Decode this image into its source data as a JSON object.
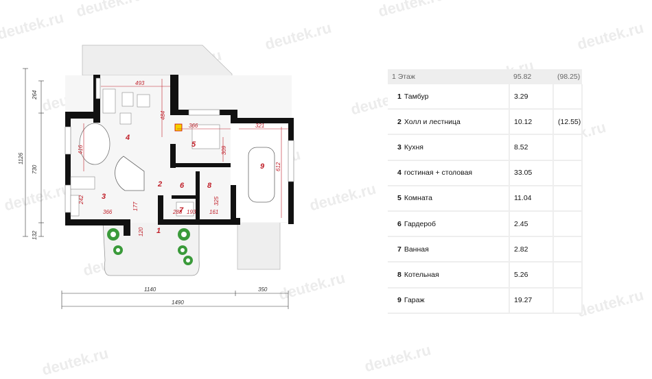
{
  "watermark": "deutek.ru",
  "plan": {
    "rooms": [
      "1",
      "2",
      "3",
      "4",
      "5",
      "6",
      "7",
      "8",
      "9"
    ],
    "room_dims": [
      "493",
      "484",
      "366",
      "321",
      "416",
      "309",
      "612",
      "242",
      "366",
      "177",
      "288",
      "193",
      "161",
      "325",
      "120"
    ],
    "outer_dims": {
      "left": [
        "264",
        "1126",
        "730",
        "132"
      ],
      "bottom": [
        "1140",
        "350",
        "1490"
      ]
    }
  },
  "table": {
    "header": {
      "label": "1 Этаж",
      "area": "95.82",
      "extra": "(98.25)"
    },
    "rows": [
      {
        "num": "1",
        "name": "Тамбур",
        "area": "3.29",
        "extra": ""
      },
      {
        "num": "2",
        "name": "Холл и лестница",
        "area": "10.12",
        "extra": "(12.55)"
      },
      {
        "num": "3",
        "name": "Кухня",
        "area": "8.52",
        "extra": ""
      },
      {
        "num": "4",
        "name": "гостиная + столовая",
        "area": "33.05",
        "extra": ""
      },
      {
        "num": "5",
        "name": "Комната",
        "area": "11.04",
        "extra": ""
      },
      {
        "num": "6",
        "name": "Гардероб",
        "area": "2.45",
        "extra": ""
      },
      {
        "num": "7",
        "name": "Ванная",
        "area": "2.82",
        "extra": ""
      },
      {
        "num": "8",
        "name": "Котельная",
        "area": "5.26",
        "extra": ""
      },
      {
        "num": "9",
        "name": "Гараж",
        "area": "19.27",
        "extra": ""
      }
    ]
  }
}
